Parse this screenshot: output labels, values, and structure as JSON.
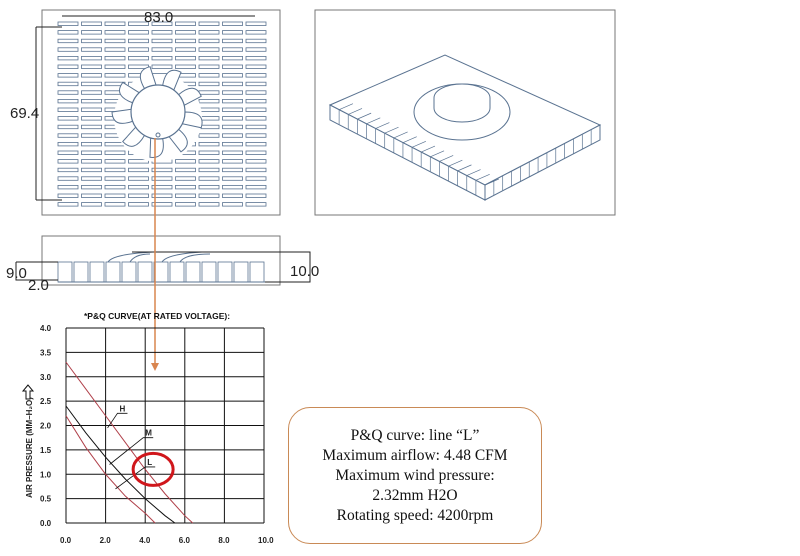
{
  "drawing": {
    "top_view": {
      "width_dim": "83.0",
      "height_dim": "69.4"
    },
    "side_view": {
      "left_dim_outer": "9.0",
      "left_dim_inner": "2.0",
      "right_dim": "10.0"
    }
  },
  "info_box": {
    "lines": [
      "P&Q curve: line “L”",
      "Maximum airflow: 4.48 CFM",
      "Maximum wind pressure:",
      "2.32mm H2O",
      "Rotating speed: 4200rpm"
    ]
  },
  "colors": {
    "arrow": "#d9854f",
    "highlight": "#d0161b",
    "curve_red": "#b0404a",
    "curve_black": "#111111",
    "drawing": "#5a7391"
  },
  "chart_data": {
    "type": "line",
    "title": "*P&Q CURVE(AT RATED VOLTAGE):",
    "xlabel": "",
    "ylabel": "AIR  PRESSURE  (MM–H₂O)",
    "xlim": [
      0,
      10
    ],
    "ylim": [
      0,
      4
    ],
    "xticks": [
      "0.0",
      "2.0",
      "4.0",
      "6.0",
      "8.0",
      "10.0"
    ],
    "yticks": [
      "0.0",
      "0.5",
      "1.0",
      "1.5",
      "2.0",
      "2.5",
      "3.0",
      "3.5",
      "4.0"
    ],
    "grid": true,
    "series": [
      {
        "name": "H",
        "color": "#b0404a",
        "x": [
          0,
          1,
          2,
          3,
          4,
          5,
          6,
          6.4
        ],
        "y": [
          3.3,
          2.75,
          2.2,
          1.65,
          1.1,
          0.6,
          0.15,
          0
        ]
      },
      {
        "name": "M",
        "color": "#111111",
        "x": [
          0,
          1,
          2,
          3,
          4,
          5,
          5.5
        ],
        "y": [
          2.4,
          1.85,
          1.35,
          0.9,
          0.5,
          0.15,
          0
        ]
      },
      {
        "name": "L",
        "color": "#b0404a",
        "x": [
          0,
          1,
          2,
          3,
          4,
          4.5
        ],
        "y": [
          2.2,
          1.55,
          1.0,
          0.55,
          0.2,
          0
        ]
      }
    ],
    "annotations": [
      {
        "text": "L",
        "note": "highlighted"
      }
    ]
  }
}
